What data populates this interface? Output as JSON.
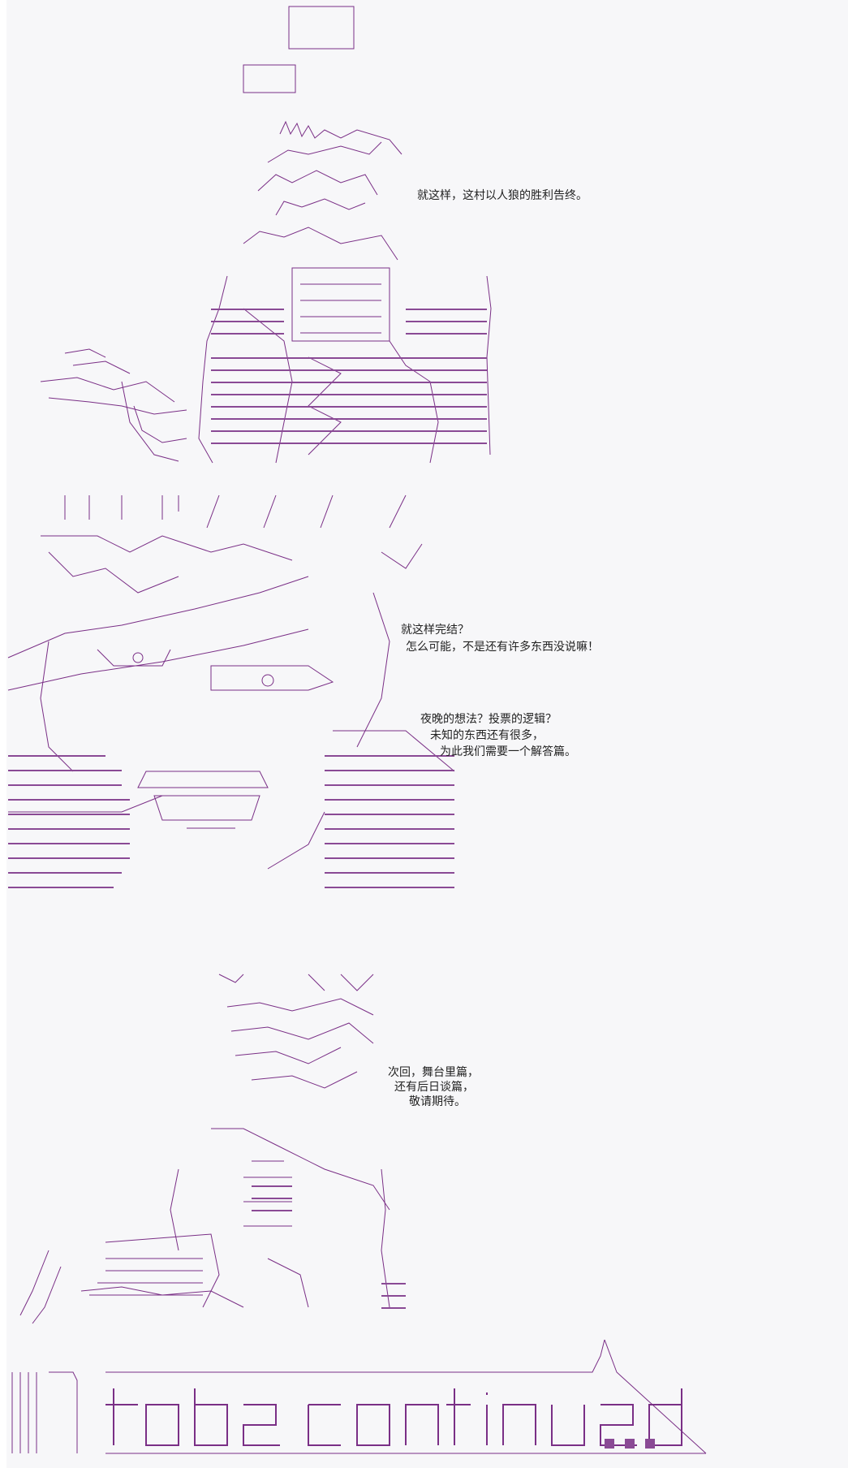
{
  "panel1": {
    "caption": "就这样，这村以人狼的胜利告终。"
  },
  "panel2": {
    "line1": "就这样完结？",
    "line2": "怎么可能，不是还有许多东西没说嘛！",
    "line3": "夜晚的想法？投票的逻辑？",
    "line4": "未知的东西还有很多，",
    "line5": "为此我们需要一个解答篇。"
  },
  "panel3": {
    "line1": "次回，舞台里篇，",
    "line2": "还有后日谈篇，",
    "line3": "敬请期待。"
  },
  "footer": {
    "banner": "to be continued..."
  },
  "colors": {
    "ink": "#7a2f86",
    "background": "#f7f7f9"
  }
}
